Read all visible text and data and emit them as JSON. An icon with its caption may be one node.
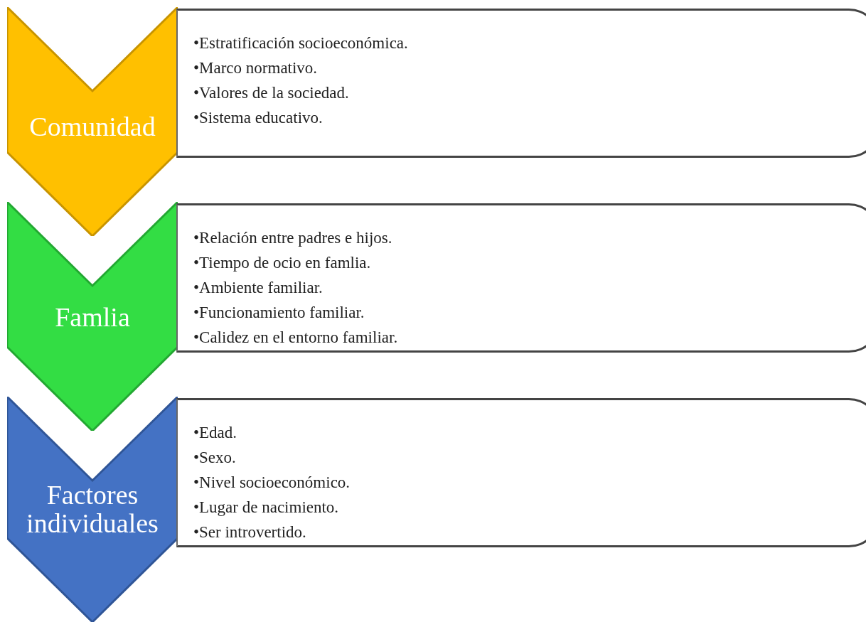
{
  "diagram": {
    "nodes": [
      {
        "text": [
          "Comunidad"
        ]
      },
      {
        "text": [
          "•Estratificación socioeconómica.",
          "•Marco normativo.",
          "•Valores de la sociedad.",
          "•Sistema educativo."
        ]
      },
      {
        "text": [
          "Famlia"
        ]
      },
      {
        "text": [
          "•Relación entre padres e hijos.",
          "•Tiempo de ocio en famlia.",
          "•Ambiente familiar.",
          "•Funcionamiento familiar.",
          "•Calidez en el entorno familiar."
        ]
      },
      {
        "text": [
          "Factores individuales"
        ]
      },
      {
        "text": [
          "•Edad.",
          "•Sexo.",
          "•Nivel socioeconómico.",
          "•Lugar de nacimiento.",
          "•Ser introvertido."
        ]
      }
    ],
    "edges": []
  }
}
